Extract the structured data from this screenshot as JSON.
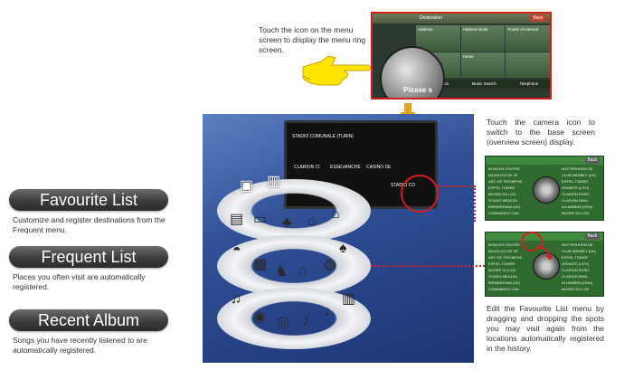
{
  "top_caption": "Touch the icon on the menu screen to display the menu ring screen.",
  "right_caption_top": "Touch the camera icon to switch to the base screen (overview screen) display.",
  "right_caption_bottom": "Edit the Favourite List menu by dragging and dropping the spots you may visit again from the locations automatically registered in the history.",
  "sections": [
    {
      "label": "Favourite List",
      "desc": "Customize and register destinations from the Frequent menu."
    },
    {
      "label": "Frequent List",
      "desc": "Places you often visit are automatically registered."
    },
    {
      "label": "Recent Album",
      "desc": "Songs you have recently listened to are automatically registered."
    }
  ],
  "menu_screen": {
    "title": "Destination",
    "back": "Back",
    "cells": [
      "Address",
      "Address Book",
      "Points of Interest",
      "",
      "Home",
      ""
    ],
    "footer": [
      "Intersection",
      "Music Search",
      "Telephone"
    ],
    "please_text": "Please s"
  },
  "car_screen": {
    "title": "STADIO COMUNALE (TURIN)",
    "labels": [
      "CLARION CI",
      "ESSEVANCHE",
      "CASINO DE",
      "STADIO CO"
    ]
  },
  "green_screen": {
    "back": "Back",
    "items_left": [
      "BOWLER CENTRE",
      "MAJOLICA DE VE",
      "ARC DE TRIOMPHE",
      "EIFFEL TOWER",
      "MUSEE DU LOU",
      "STADIO MEAZZA",
      "BIRMINGHAM (UK)",
      "COMMANDO CAN"
    ],
    "items_right": [
      "MATTERHORN DE",
      "CLUB WEMBLY (UK)",
      "EIFFEL TOWER",
      "GRANITE (LITH)",
      "CLARION EURO",
      "CLARION PAVIL",
      "ALHAMBRA (GRA)",
      "MUSEE DU LOU"
    ]
  },
  "colors": {
    "accent_red": "#d0201c",
    "arrow_gold": "#e6a21a",
    "hand_yellow": "#ffe400"
  }
}
